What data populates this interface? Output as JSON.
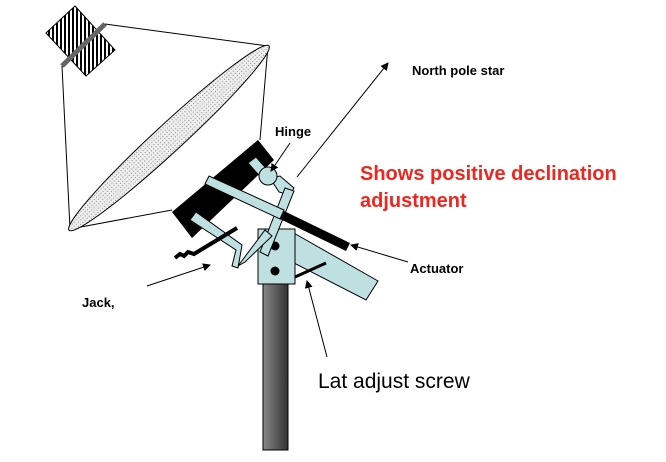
{
  "labels": {
    "north_pole_star": "North pole star",
    "hinge": "Hinge",
    "declination_line1": "Shows positive declination",
    "declination_line2": "adjustment",
    "actuator": "Actuator",
    "jack": "Jack,",
    "lat_adjust_screw": "Lat adjust screw"
  },
  "colors": {
    "highlight_text": "#f0261e",
    "bracket": "#bfe0e0",
    "plate": "#000000",
    "pole": "#555555"
  }
}
